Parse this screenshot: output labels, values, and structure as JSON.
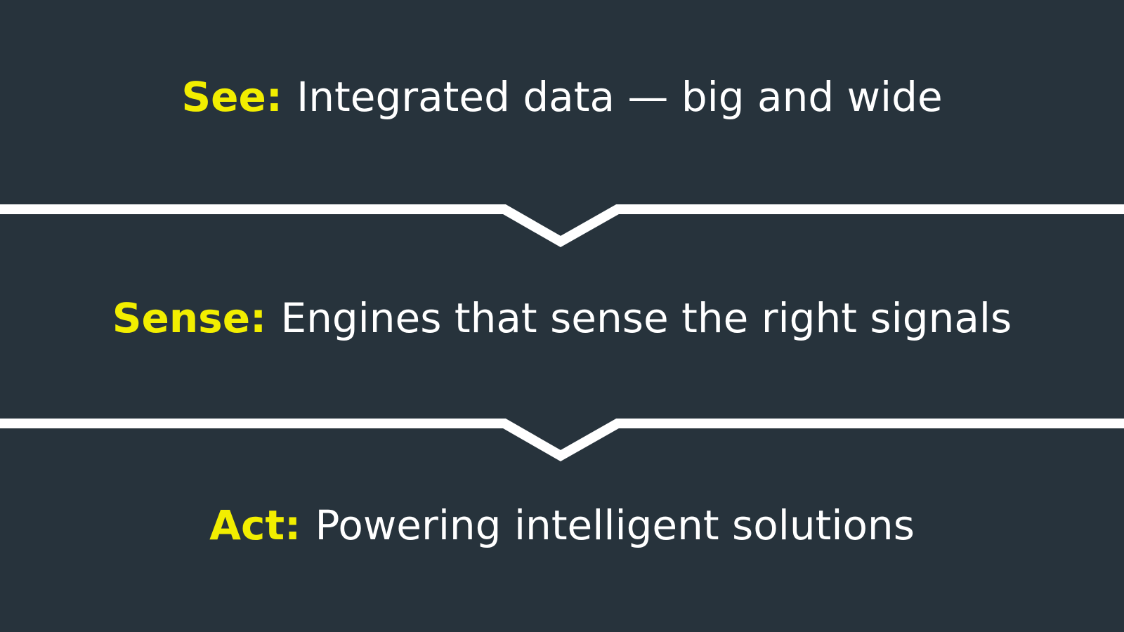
{
  "theme": {
    "background": "#27333c",
    "accent": "#f2ee00",
    "text": "#ffffff",
    "divider": "#ffffff"
  },
  "steps": [
    {
      "label": "See:",
      "text": "Integrated data — big and wide"
    },
    {
      "label": "Sense:",
      "text": "Engines that sense the right signals"
    },
    {
      "label": "Act:",
      "text": "Powering intelligent solutions"
    }
  ]
}
